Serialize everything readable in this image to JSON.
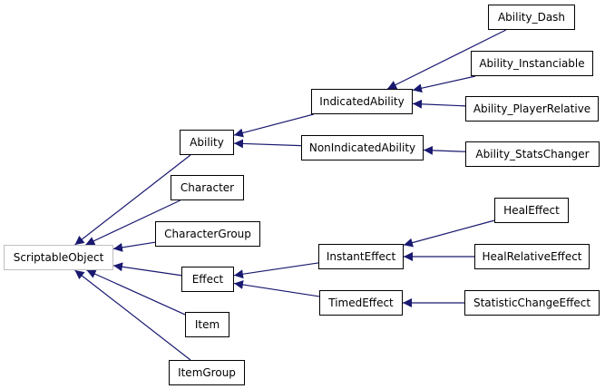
{
  "diagram": {
    "colors": {
      "edge": "#191970",
      "node_border": "#000000",
      "root_border": "#bfbfbf",
      "background": "#ffffff"
    },
    "nodes": {
      "scriptable_object": "ScriptableObject",
      "ability": "Ability",
      "character": "Character",
      "character_group": "CharacterGroup",
      "effect": "Effect",
      "item": "Item",
      "item_group": "ItemGroup",
      "indicated_ability": "IndicatedAbility",
      "non_indicated_ability": "NonIndicatedAbility",
      "instant_effect": "InstantEffect",
      "timed_effect": "TimedEffect",
      "ability_dash": "Ability_Dash",
      "ability_instanciable": "Ability_Instanciable",
      "ability_player_relative": "Ability_PlayerRelative",
      "ability_stats_changer": "Ability_StatsChanger",
      "heal_effect": "HealEffect",
      "heal_relative_effect": "HealRelativeEffect",
      "statistic_change_effect": "StatisticChangeEffect"
    },
    "edges": [
      [
        "ability",
        "scriptable_object"
      ],
      [
        "character",
        "scriptable_object"
      ],
      [
        "character_group",
        "scriptable_object"
      ],
      [
        "effect",
        "scriptable_object"
      ],
      [
        "item",
        "scriptable_object"
      ],
      [
        "item_group",
        "scriptable_object"
      ],
      [
        "indicated_ability",
        "ability"
      ],
      [
        "non_indicated_ability",
        "ability"
      ],
      [
        "instant_effect",
        "effect"
      ],
      [
        "timed_effect",
        "effect"
      ],
      [
        "ability_dash",
        "indicated_ability"
      ],
      [
        "ability_instanciable",
        "indicated_ability"
      ],
      [
        "ability_player_relative",
        "indicated_ability"
      ],
      [
        "ability_stats_changer",
        "non_indicated_ability"
      ],
      [
        "heal_effect",
        "instant_effect"
      ],
      [
        "heal_relative_effect",
        "instant_effect"
      ],
      [
        "statistic_change_effect",
        "timed_effect"
      ]
    ]
  }
}
